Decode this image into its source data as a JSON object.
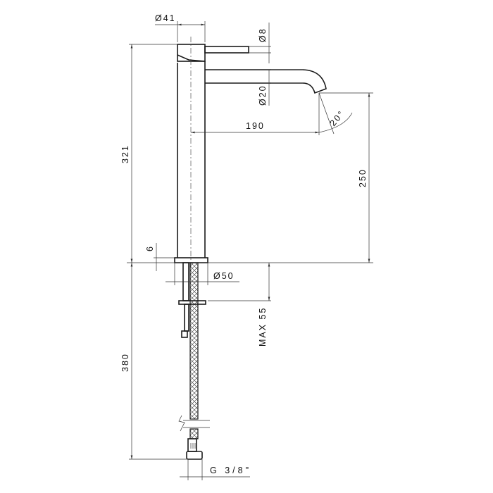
{
  "drawing": {
    "title": "Tall basin mixer dimension drawing",
    "dimensions": {
      "body_diameter": "Ø41",
      "lever_diameter": "Ø8",
      "spout_diameter": "Ø20",
      "spout_reach": "190",
      "spout_angle": "20°",
      "total_height": "321",
      "spout_height": "250",
      "flange_height": "6",
      "flange_diameter": "Ø50",
      "max_deck_thickness": "MAX 55",
      "hose_length": "380",
      "connection": "G 3/8\""
    }
  }
}
